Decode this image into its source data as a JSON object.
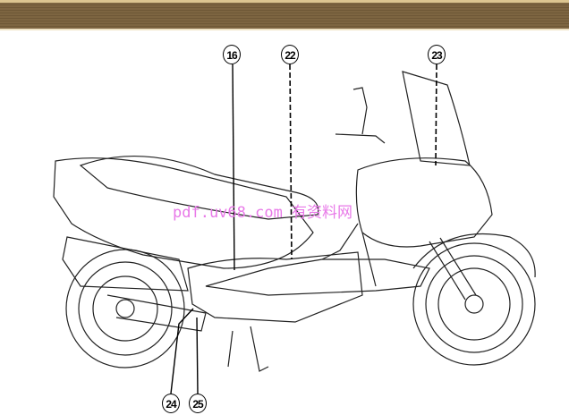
{
  "header": {
    "color": "#7d6541"
  },
  "callouts": [
    {
      "id": "16",
      "label": "⑯"
    },
    {
      "id": "22",
      "label": "㉒"
    },
    {
      "id": "23",
      "label": "㉓"
    },
    {
      "id": "24",
      "label": "㉔"
    },
    {
      "id": "25",
      "label": "㉕"
    }
  ],
  "callout_text": [
    "16",
    "22",
    "23",
    "24",
    "25"
  ],
  "watermark": "pdf.uv68.com 有资料网"
}
